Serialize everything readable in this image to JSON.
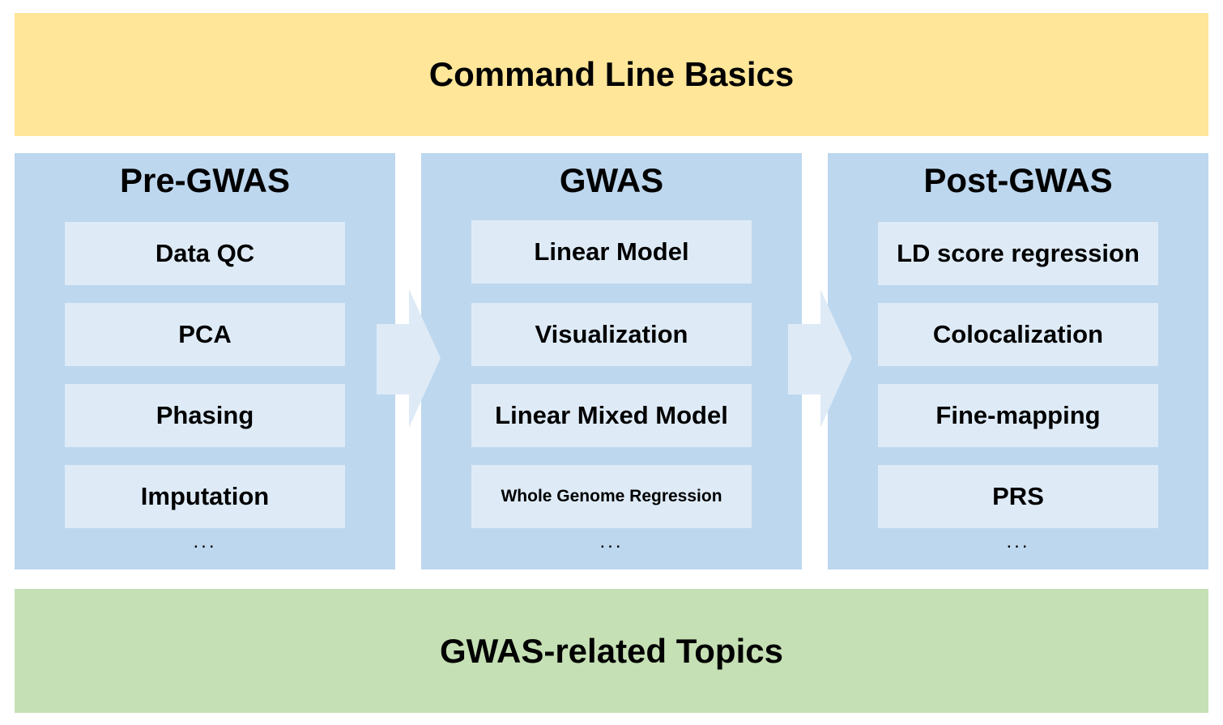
{
  "top_band": {
    "label": "Command Line Basics"
  },
  "bottom_band": {
    "label": "GWAS-related Topics"
  },
  "panels": [
    {
      "title": "Pre-GWAS",
      "items": [
        "Data QC",
        "PCA",
        "Phasing",
        "Imputation"
      ],
      "more": "..."
    },
    {
      "title": "GWAS",
      "items": [
        "Linear Model",
        "Visualization",
        "Linear Mixed Model",
        "Whole Genome Regression"
      ],
      "more": "..."
    },
    {
      "title": "Post-GWAS",
      "items": [
        "LD score regression",
        "Colocalization",
        "Fine-mapping",
        "PRS"
      ],
      "more": "..."
    }
  ],
  "colors": {
    "top_band": "#ffe699",
    "panel": "#bdd7ee",
    "item": "#deebf7",
    "bottom_band": "#c5e0b4"
  }
}
